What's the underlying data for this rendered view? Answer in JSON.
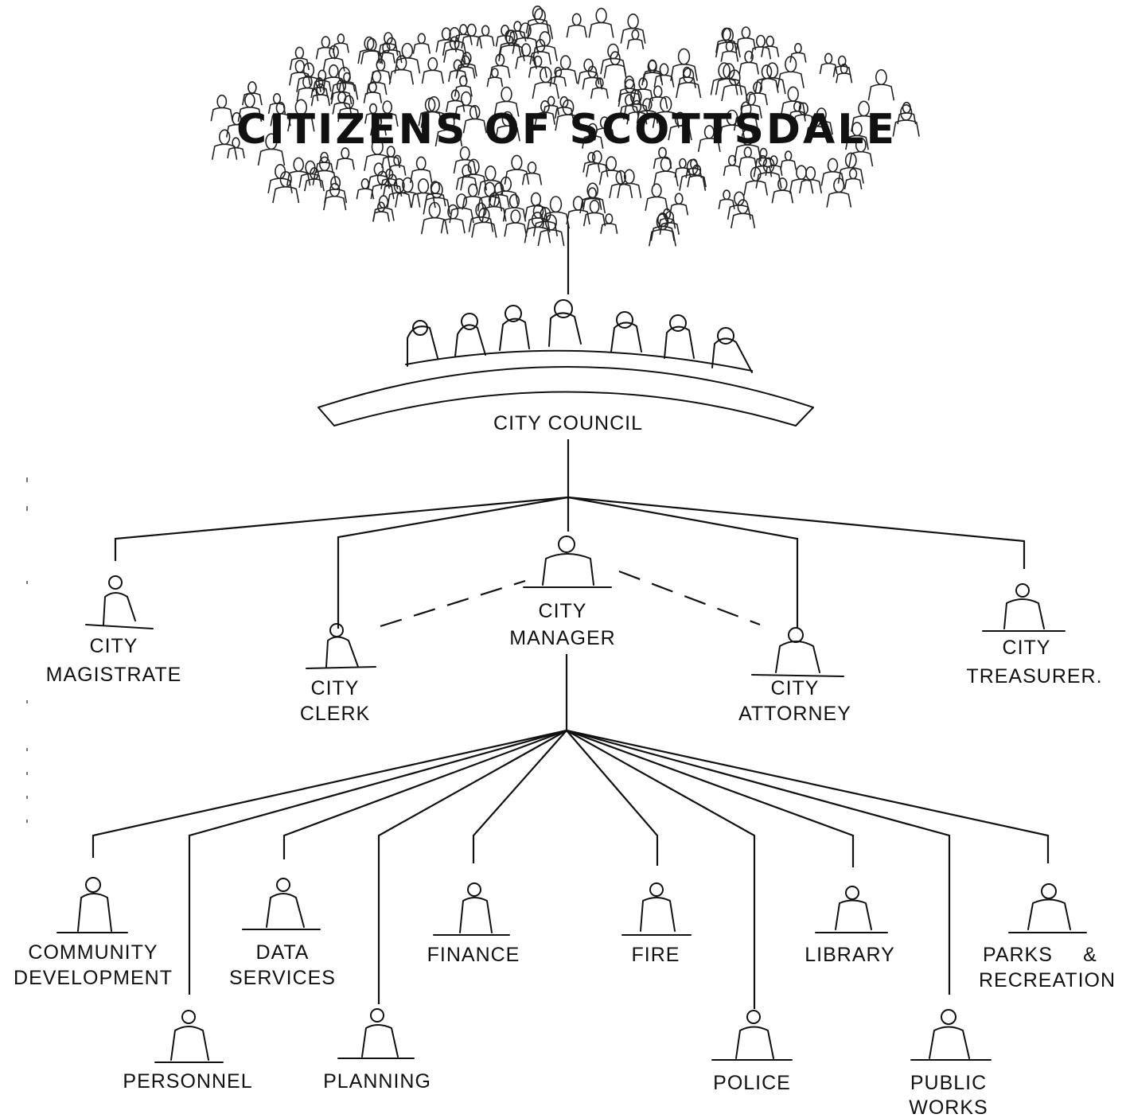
{
  "title": "CITIZENS OF SCOTTSDALE",
  "council": {
    "label": "CITY COUNCIL"
  },
  "manager": {
    "line1": "CITY",
    "line2": "MANAGER"
  },
  "officials": {
    "magistrate": {
      "line1": "CITY",
      "line2": "MAGISTRATE"
    },
    "clerk": {
      "line1": "CITY",
      "line2": "CLERK"
    },
    "attorney": {
      "line1": "CITY",
      "line2": "ATTORNEY"
    },
    "treasurer": {
      "line1": "CITY",
      "line2": "TREASURER."
    }
  },
  "departments": {
    "community_development": {
      "line1": "COMMUNITY",
      "line2": "DEVELOPMENT"
    },
    "personnel": {
      "line1": "PERSONNEL"
    },
    "data_services": {
      "line1": "DATA",
      "line2": "SERVICES"
    },
    "planning": {
      "line1": "PLANNING"
    },
    "finance": {
      "line1": "FINANCE"
    },
    "fire": {
      "line1": "FIRE"
    },
    "police": {
      "line1": "POLICE"
    },
    "library": {
      "line1": "LIBRARY"
    },
    "public_works": {
      "line1": "PUBLIC",
      "line2": "WORKS"
    },
    "parks_recreation": {
      "line1": "PARKS",
      "amp": "&",
      "line2": "RECREATION"
    }
  }
}
